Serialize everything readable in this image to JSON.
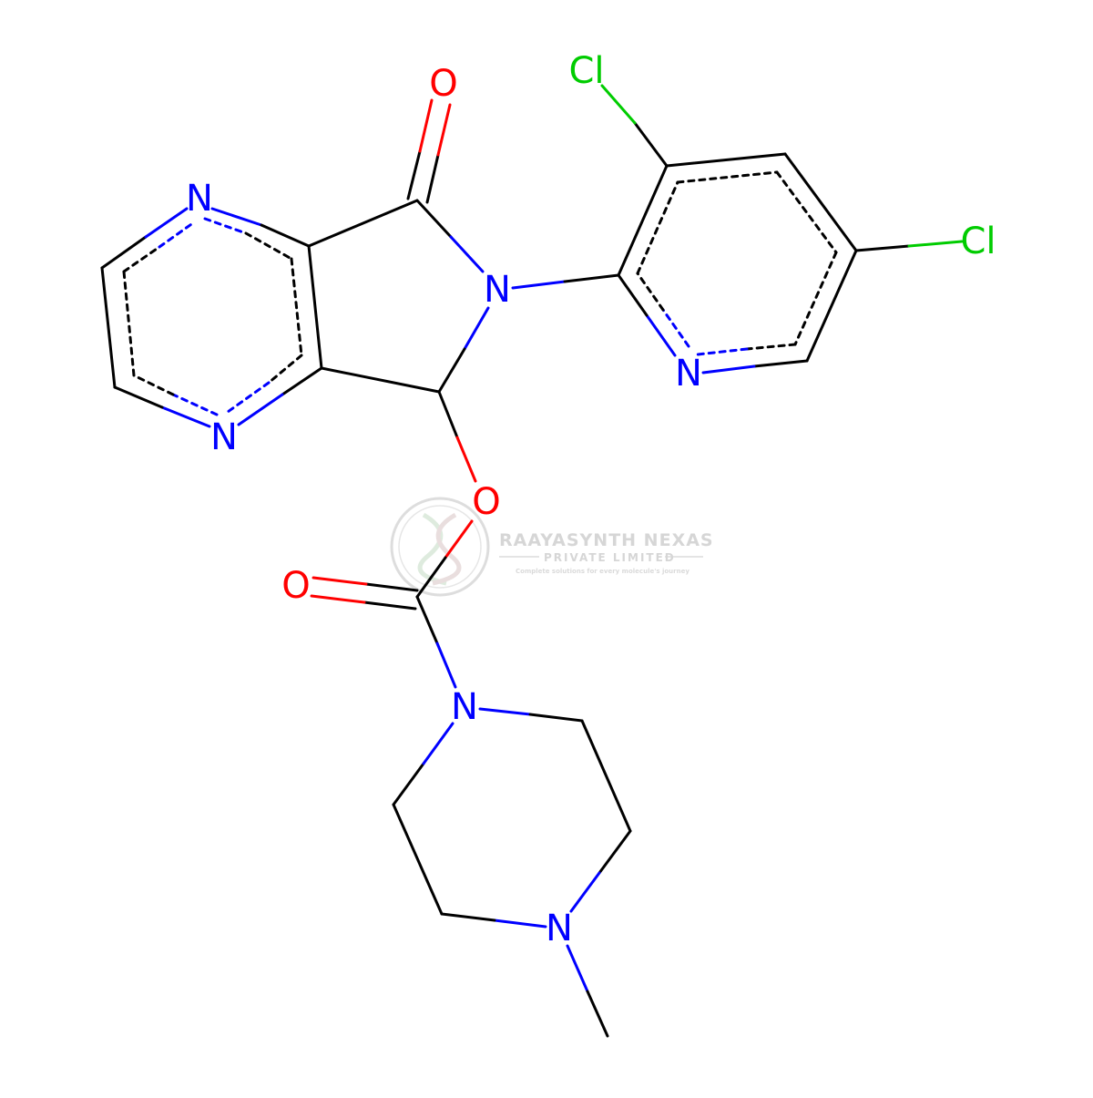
{
  "colors": {
    "carbon": "#000000",
    "nitrogen": "#0000FF",
    "oxygen": "#FF0000",
    "chlorine": "#00CC00",
    "watermark": "#cfcfcf"
  },
  "atoms": {
    "n_pyrazine_top": "N",
    "n_pyrazine_bottom": "N",
    "o_ketone": "O",
    "n_lactam": "N",
    "o_ester": "O",
    "o_carbonyl": "O",
    "n_piperazine_top": "N",
    "n_piperazine_bottom": "N",
    "cl_top": "Cl",
    "cl_right": "Cl",
    "n_pyridine": "N"
  },
  "watermark": {
    "title": "RAAYASYNTH NEXAS",
    "subtitle": "PRIVATE LIMITED",
    "tagline": "Complete solutions for every molecule's journey"
  }
}
